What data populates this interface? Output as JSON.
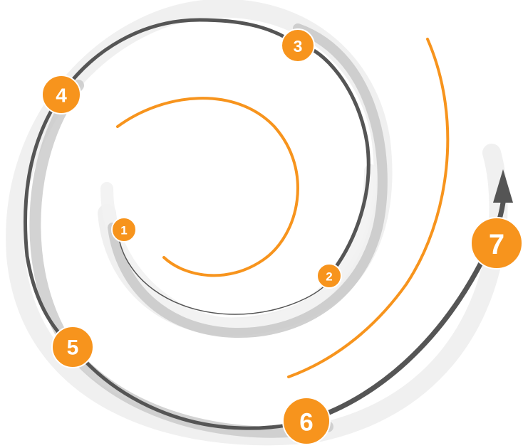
{
  "diagram": {
    "type": "spiral-steps",
    "colors": {
      "accent": "#F7941D",
      "track": "#555555",
      "shadow": "#C8C8C8",
      "brush_light": "#EEEEEE",
      "marker_text": "#FFFFFF"
    },
    "markers": [
      {
        "label": "1"
      },
      {
        "label": "2"
      },
      {
        "label": "3"
      },
      {
        "label": "4"
      },
      {
        "label": "5"
      },
      {
        "label": "6"
      },
      {
        "label": "7"
      }
    ],
    "end_icon": "arrow-up-icon"
  }
}
